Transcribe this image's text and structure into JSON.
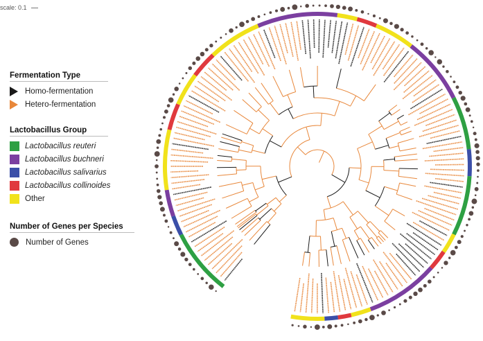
{
  "scale_label": "scale: 0.1",
  "fermentation": {
    "title": "Fermentation Type",
    "items": [
      {
        "label": "Homo-fermentation",
        "color": "#1a1a1a"
      },
      {
        "label": "Hetero-fermentation",
        "color": "#e8873a"
      }
    ]
  },
  "group": {
    "title": "Lactobacillus Group",
    "items": [
      {
        "label": "Lactobacillus reuteri",
        "color": "#2ea043",
        "italic": true
      },
      {
        "label": "Lactobacillus buchneri",
        "color": "#7b3fa0",
        "italic": true
      },
      {
        "label": "Lactobacillus salivarius",
        "color": "#3b4fa8",
        "italic": true
      },
      {
        "label": "Lactobacillus collinoides",
        "color": "#e0393e",
        "italic": true
      },
      {
        "label": "Other",
        "color": "#f1e21b",
        "italic": false
      }
    ]
  },
  "genes": {
    "title": "Number of Genes per Species",
    "item": "Number of Genes",
    "color": "#5a4a47"
  },
  "ring_segments": [
    {
      "group": "Lactobacillus reuteri",
      "color": "#2ea043"
    },
    {
      "group": "Lactobacillus salivarius",
      "color": "#3b4fa8"
    },
    {
      "group": "Lactobacillus buchneri",
      "color": "#7b3fa0"
    },
    {
      "group": "Other",
      "color": "#f1e21b"
    },
    {
      "group": "Lactobacillus collinoides",
      "color": "#e0393e"
    },
    {
      "group": "Other",
      "color": "#f1e21b"
    },
    {
      "group": "Lactobacillus collinoides",
      "color": "#e0393e"
    },
    {
      "group": "Other",
      "color": "#f1e21b"
    },
    {
      "group": "Lactobacillus buchneri",
      "color": "#7b3fa0"
    },
    {
      "group": "Other",
      "color": "#f1e21b"
    },
    {
      "group": "Lactobacillus collinoides",
      "color": "#e0393e"
    },
    {
      "group": "Other",
      "color": "#f1e21b"
    },
    {
      "group": "Lactobacillus buchneri",
      "color": "#7b3fa0"
    },
    {
      "group": "Lactobacillus reuteri",
      "color": "#2ea043"
    },
    {
      "group": "Lactobacillus salivarius",
      "color": "#3b4fa8"
    },
    {
      "group": "Lactobacillus reuteri",
      "color": "#2ea043"
    },
    {
      "group": "Other",
      "color": "#f1e21b"
    },
    {
      "group": "Lactobacillus collinoides",
      "color": "#e0393e"
    },
    {
      "group": "Lactobacillus buchneri",
      "color": "#7b3fa0"
    },
    {
      "group": "Other",
      "color": "#f1e21b"
    },
    {
      "group": "Lactobacillus collinoides",
      "color": "#e0393e"
    },
    {
      "group": "Lactobacillus salivarius",
      "color": "#3b4fa8"
    },
    {
      "group": "Other",
      "color": "#f1e21b"
    }
  ],
  "colors": {
    "homo_branch": "#1a1a1a",
    "hetero_branch": "#e8873a",
    "hetero_label": "#e8873a",
    "homo_label": "#222222",
    "gene_dot": "#5a4a47"
  }
}
